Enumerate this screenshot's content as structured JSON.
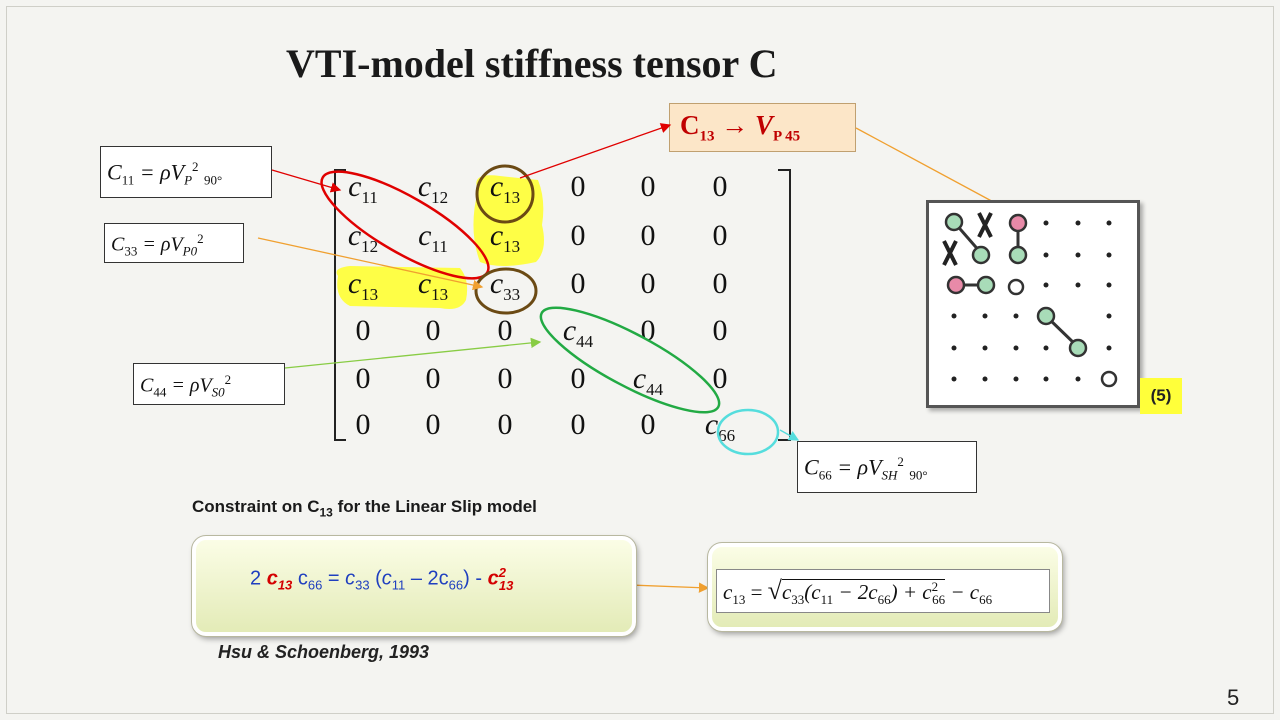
{
  "slide": {
    "title": "VTI-model stiffness tensor C",
    "page_number": "5",
    "equation_number": "(5)"
  },
  "vp45_box": {
    "c": "C",
    "sub1": "13",
    "arrow": " → ",
    "v": "V",
    "sub2": "P 45"
  },
  "formulas": {
    "c11": {
      "lhs": "C",
      "lhs_sub": "11",
      "eq": " = ρV",
      "sub": "P",
      "sup": "2",
      "tail": "90°"
    },
    "c33": {
      "lhs": "C",
      "lhs_sub": "33",
      "eq": " = ρV",
      "sub": "P0",
      "sup": "2"
    },
    "c44": {
      "lhs": "C",
      "lhs_sub": "44",
      "eq": " = ρV",
      "sub": "S0",
      "sup": "2"
    },
    "c66": {
      "lhs": "C",
      "lhs_sub": "66",
      "eq": " = ρV",
      "sub": "SH",
      "sup": "2",
      "tail": "90°"
    }
  },
  "matrix": {
    "rows": [
      [
        "c11",
        "c12",
        "c13",
        "0",
        "0",
        "0"
      ],
      [
        "c12",
        "c11",
        "c13",
        "0",
        "0",
        "0"
      ],
      [
        "c13",
        "c13",
        "c33",
        "0",
        "0",
        "0"
      ],
      [
        "0",
        "0",
        "0",
        "c44",
        "0",
        "0"
      ],
      [
        "0",
        "0",
        "0",
        "0",
        "c44",
        "0"
      ],
      [
        "0",
        "0",
        "0",
        "0",
        "0",
        "c66"
      ]
    ]
  },
  "constraint": {
    "label": "Constraint on C",
    "label_sub": "13",
    "label_tail": " for the Linear Slip model",
    "eq": {
      "p1": "2 ",
      "c13": "c",
      "c13_sub": "13",
      "p2": " c",
      "p2_sub": "66",
      "p3": "  =  ",
      "p4": "c",
      "p4_sub": "33",
      "p5": " (",
      "p6": "c",
      "p6_sub": "11",
      "p7": " – 2c",
      "p7_sub": "66",
      "p8": ") - ",
      "c2": "c",
      "c2_sup": "2",
      "c2_sub": "13"
    },
    "citation": "Hsu & Schoenberg, 1993",
    "solution": {
      "lhs": "c",
      "lhs_sub": "13",
      "eq": " = ",
      "r1": "c",
      "r1_sub": "33",
      "r2": "(c",
      "r2_sub": "11",
      "r3": " − 2c",
      "r3_sub": "66",
      "r4": ") + c",
      "r4_sup": "2",
      "r4_sub": "66",
      "r5": " − c",
      "r5_sub": "66"
    }
  },
  "colors": {
    "red": "#e00000",
    "yellow": "#ffff33",
    "brown": "#6b4a14",
    "green": "#22aa44",
    "cyan": "#55dddd",
    "pink": "#e88aa8",
    "teal": "#a8dcb8"
  }
}
